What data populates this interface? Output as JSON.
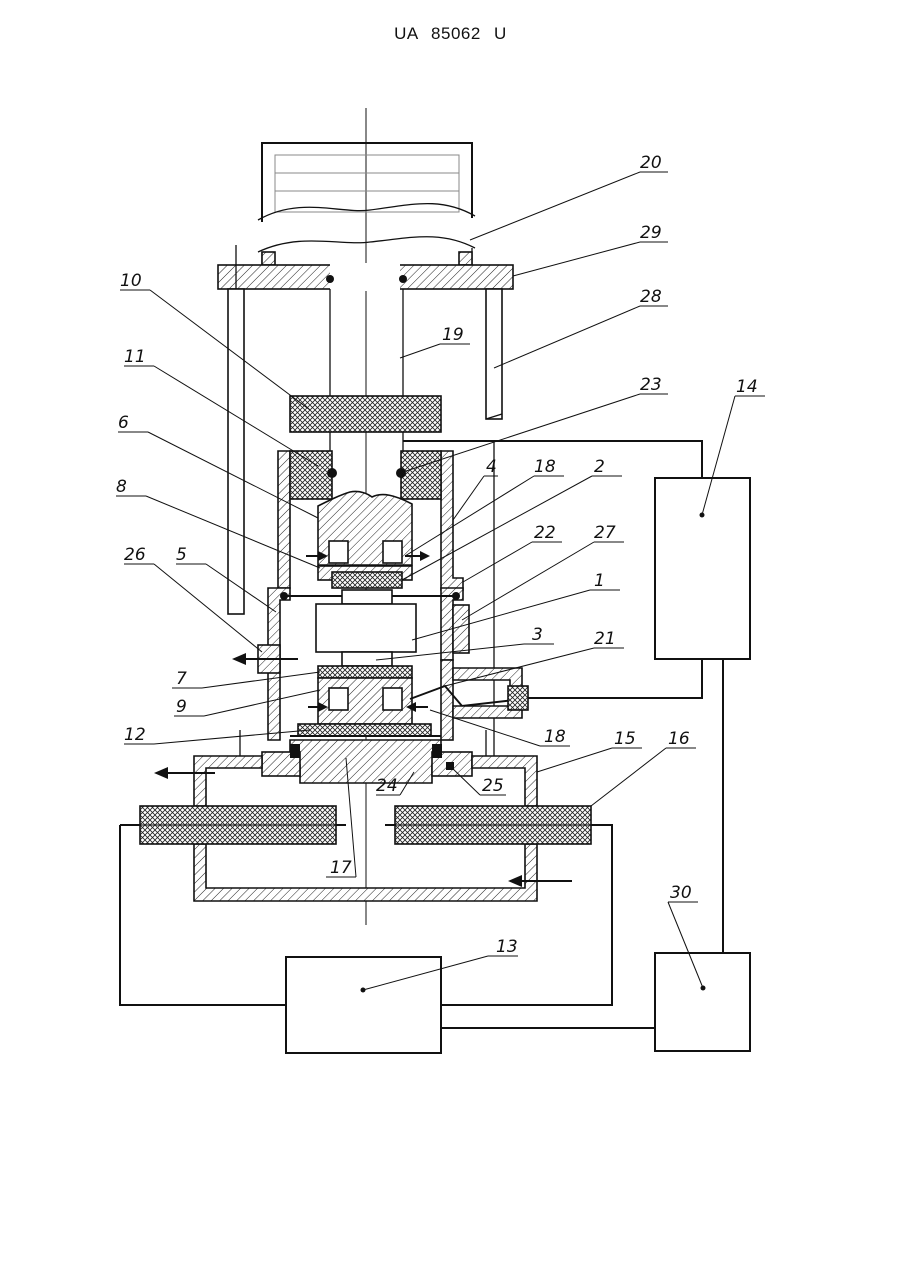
{
  "header": {
    "doc_number": "UA   85062   U"
  },
  "labels": {
    "l1": "1",
    "l2": "2",
    "l3": "3",
    "l4": "4",
    "l5": "5",
    "l6": "6",
    "l7": "7",
    "l8": "8",
    "l9": "9",
    "l10": "10",
    "l11": "11",
    "l12": "12",
    "l13": "13",
    "l14": "14",
    "l15": "15",
    "l16": "16",
    "l17": "17",
    "l18a": "18",
    "l18b": "18",
    "l19": "19",
    "l20": "20",
    "l21": "21",
    "l22": "22",
    "l23": "23",
    "l24": "24",
    "l25": "25",
    "l26": "26",
    "l27": "27",
    "l28": "28",
    "l29": "29",
    "l30": "30"
  }
}
